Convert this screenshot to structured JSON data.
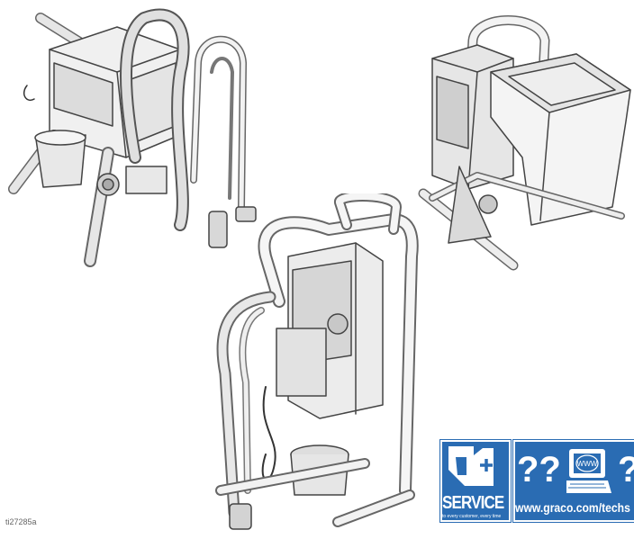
{
  "figure_code": "ti27285a",
  "service_badge": {
    "word": "SERVICE",
    "tagline": "to every customer, every time"
  },
  "techs_badge": {
    "question_marks_1": "??",
    "question_marks_2": "?",
    "www_label": "WWW",
    "url": "www.graco.com/techs"
  },
  "colors": {
    "badge_blue": "#2a6cb3",
    "line_gray": "#555555",
    "shade_gray": "#d9d9d9"
  },
  "icons": [
    "service-plus-icon",
    "computer-monitor-icon",
    "www-globe-icon"
  ]
}
